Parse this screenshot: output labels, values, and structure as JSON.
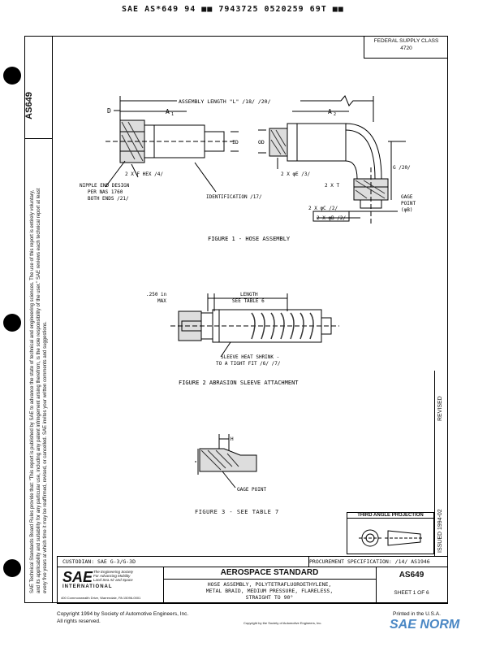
{
  "header_stamp": "SAE AS*649 94 ■■ 7943725 0520259 69T ■■",
  "document_number_side": "AS649",
  "federal_supply": {
    "label": "FEDERAL SUPPLY CLASS",
    "value": "4720"
  },
  "notice_text": "SAE Technical Standards Board Rules provide that: \"This report is published by SAE to advance the state of technical and engineering sciences. The use of this report is entirely voluntary, and its applicability and suitability for any particular use, including any patent infringement arising therefrom, is the sole responsibility of the user.\" SAE reviews each technical report at least every five years at which time it may be reaffirmed, revised, or cancelled. SAE invites your written comments and suggestions.",
  "figure1": {
    "assembly_length": "ASSEMBLY LENGTH \"L\" /18/ /20/",
    "d": "D",
    "a1": "A",
    "a1_sub": "1",
    "a2": "A",
    "a2_sub": "2",
    "id": "ID",
    "od": "OD",
    "hex": "2 X F HEX /4/",
    "nipple": [
      "NIPPLE END DESIGN",
      "PER NAS 1760",
      "BOTH ENDS /21/"
    ],
    "identification": "IDENTIFICATION /17/",
    "phi_e": "2 X φE /3/",
    "t": "2 X T",
    "g": "G /20/",
    "gage": [
      "GAGE",
      "POINT",
      "(φB)"
    ],
    "phi_c": "2 X φC /2/",
    "ab": "2 X φB /2/",
    "caption": "FIGURE 1 - HOSE ASSEMBLY"
  },
  "figure2": {
    "dim250": [
      ".250 in",
      "MAX"
    ],
    "length": [
      "LENGTH",
      "SEE TABLE 6"
    ],
    "sleeve": [
      "SLEEVE HEAT SHRINK -",
      "TO A TIGHT FIT /6/ /7/"
    ],
    "caption": "FIGURE 2   ABRASION SLEEVE ATTACHMENT"
  },
  "figure3": {
    "h": "H",
    "gage_point": "GAGE POINT",
    "caption": "FIGURE 3 - SEE TABLE 7"
  },
  "revised": "REVISED",
  "issued": "ISSUED   1994-02",
  "third_angle": "THIRD ANGLE PROJECTION",
  "title_block": {
    "custodian": "CUSTODIAN:  SAE G-3/G-3D",
    "procurement": "PROCUREMENT SPECIFICATION:  /14/  AS1946",
    "logo": "SAE",
    "logo_intl": "INTERNATIONAL",
    "logo_tagline": [
      "The Engineering Society",
      "For Advancing Mobility",
      "Land Sea Air and Space"
    ],
    "logo_address": "400 Commonwealth Drive, Warrendale, PA 15096-0001",
    "standard": "AEROSPACE STANDARD",
    "title_lines": [
      "HOSE ASSEMBLY, POLYTETRAFLUOROETHYLENE,",
      "METAL BRAID, MEDIUM PRESSURE, FLARELESS,",
      "STRAIGHT TO 90°"
    ],
    "number": "AS649",
    "sheet": "SHEET 1 OF 6"
  },
  "footer": {
    "copyright": "Copyright 1994  by Society of Automotive Engineers, Inc.",
    "rights": "All rights reserved.",
    "printed": "Printed in the U.S.A.",
    "reprint": "Copyright by the Society of Automotive Engineers, Inc."
  },
  "watermark": "SAE NORM"
}
